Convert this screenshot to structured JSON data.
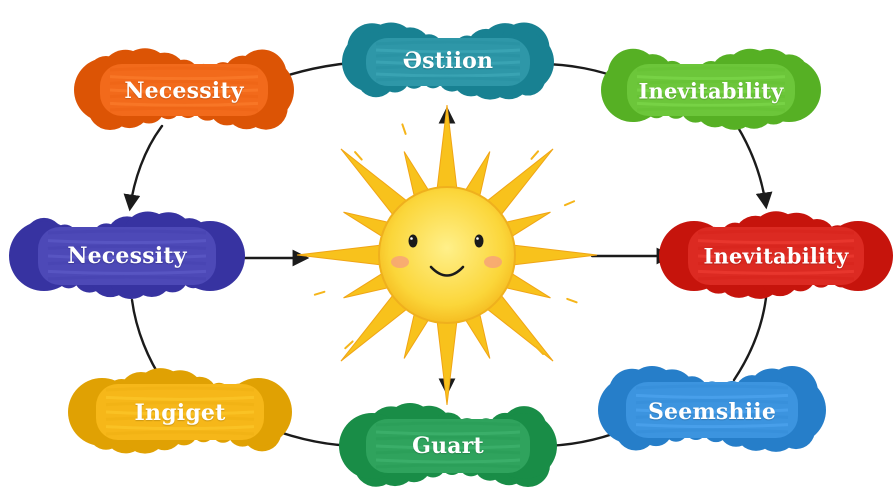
{
  "diagram": {
    "center": {
      "icon": "smiling-sun-icon",
      "ray_color": "#f8c21c",
      "face_color": "#fbd63a"
    },
    "nodes": [
      {
        "id": "top-left",
        "label": "Necessity",
        "color": "#f26a1b"
      },
      {
        "id": "top",
        "label": "Əstiion",
        "color": "#2e97a8"
      },
      {
        "id": "top-right",
        "label": "Inevitability",
        "color": "#6cc63a"
      },
      {
        "id": "mid-left",
        "label": "Necessity",
        "color": "#4d49b7"
      },
      {
        "id": "mid-right",
        "label": "Inevitability",
        "color": "#dc2a22"
      },
      {
        "id": "bottom-left",
        "label": "Ingiget",
        "color": "#f6b719"
      },
      {
        "id": "bottom",
        "label": "Guart",
        "color": "#2fa35d"
      },
      {
        "id": "bottom-right",
        "label": "Seemshiie",
        "color": "#3c94df"
      }
    ],
    "connection_color": "#1b1b1b"
  }
}
